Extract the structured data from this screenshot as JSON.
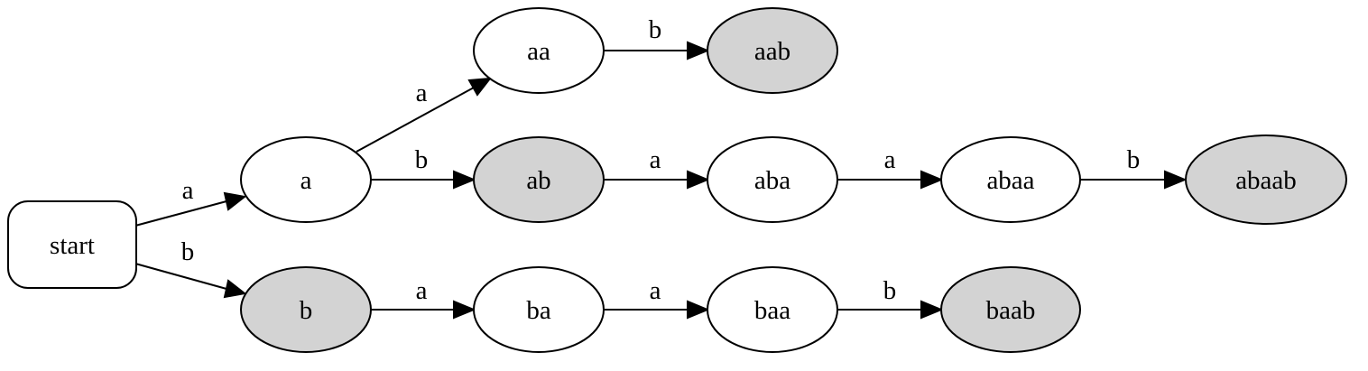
{
  "colors": {
    "accepting_fill": "#d3d3d3",
    "normal_fill": "#ffffff",
    "stroke": "#000000"
  },
  "nodes": {
    "start": {
      "label": "start",
      "accepting": false
    },
    "a": {
      "label": "a",
      "accepting": false
    },
    "b": {
      "label": "b",
      "accepting": true
    },
    "aa": {
      "label": "aa",
      "accepting": false
    },
    "ab": {
      "label": "ab",
      "accepting": true
    },
    "ba": {
      "label": "ba",
      "accepting": false
    },
    "aab": {
      "label": "aab",
      "accepting": true
    },
    "aba": {
      "label": "aba",
      "accepting": false
    },
    "baa": {
      "label": "baa",
      "accepting": false
    },
    "abaa": {
      "label": "abaa",
      "accepting": false
    },
    "baab": {
      "label": "baab",
      "accepting": true
    },
    "abaab": {
      "label": "abaab",
      "accepting": true
    }
  },
  "edges": {
    "start_a": {
      "from": "start",
      "to": "a",
      "label": "a"
    },
    "start_b": {
      "from": "start",
      "to": "b",
      "label": "b"
    },
    "a_aa": {
      "from": "a",
      "to": "aa",
      "label": "a"
    },
    "a_ab": {
      "from": "a",
      "to": "ab",
      "label": "b"
    },
    "aa_aab": {
      "from": "aa",
      "to": "aab",
      "label": "b"
    },
    "ab_aba": {
      "from": "ab",
      "to": "aba",
      "label": "a"
    },
    "aba_abaa": {
      "from": "aba",
      "to": "abaa",
      "label": "a"
    },
    "abaa_abaab": {
      "from": "abaa",
      "to": "abaab",
      "label": "b"
    },
    "b_ba": {
      "from": "b",
      "to": "ba",
      "label": "a"
    },
    "ba_baa": {
      "from": "ba",
      "to": "baa",
      "label": "a"
    },
    "baa_baab": {
      "from": "baa",
      "to": "baab",
      "label": "b"
    }
  }
}
